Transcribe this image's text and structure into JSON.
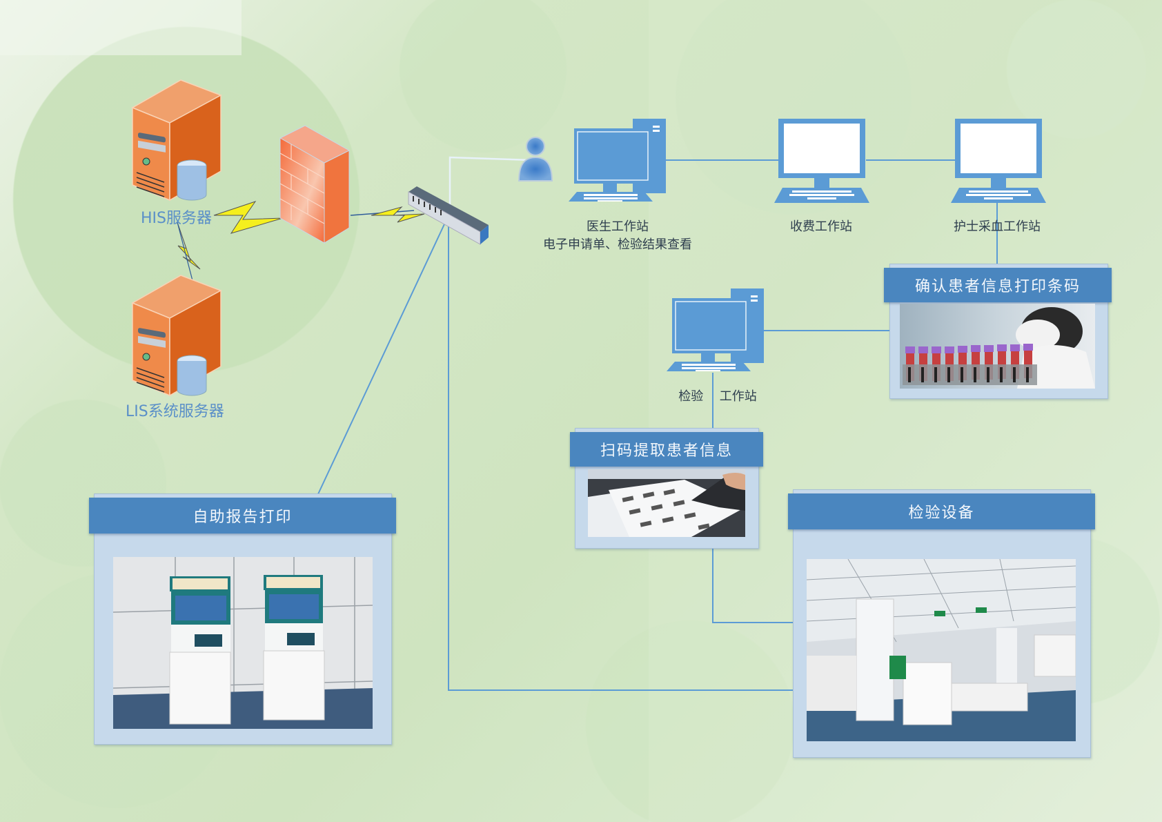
{
  "diagram": {
    "title": "LIS检验信息系统网络拓扑",
    "colors": {
      "link": "#5b9bd5",
      "banner": "#4a86bf",
      "panel": "#c6d9eb",
      "server": "#e2742a",
      "firewall": "#f26b3a",
      "workstation": "#5b9bd5",
      "lightning": "#f5ef1e"
    },
    "servers": {
      "his": {
        "label": "HIS服务器",
        "icon": "server-database-icon"
      },
      "lis": {
        "label": "LIS系统服务器",
        "icon": "server-database-icon"
      }
    },
    "firewall": {
      "icon": "firewall-icon"
    },
    "switch": {
      "icon": "network-switch-icon"
    },
    "user": {
      "icon": "user-icon"
    },
    "workstations": {
      "doctor": {
        "label": "医生工作站",
        "sublabel": "电子申请单、检验结果查看",
        "icon": "desktop-computer-icon"
      },
      "billing": {
        "label": "收费工作站",
        "icon": "laptop-icon"
      },
      "nurse": {
        "label": "护士采血工作站",
        "icon": "laptop-icon"
      },
      "lab": {
        "label": "检验",
        "label2": "工作站",
        "icon": "desktop-computer-icon"
      }
    },
    "panels": {
      "barcode_print": {
        "title": "确认患者信息打印条码",
        "image": "blood-sample-tubes-photo"
      },
      "scan": {
        "title": "扫码提取患者信息",
        "image": "barcode-scanner-photo"
      },
      "self_print": {
        "title": "自助报告打印",
        "image": "self-service-kiosk-photo"
      },
      "equipment": {
        "title": "检验设备",
        "image": "laboratory-equipment-photo"
      }
    }
  }
}
